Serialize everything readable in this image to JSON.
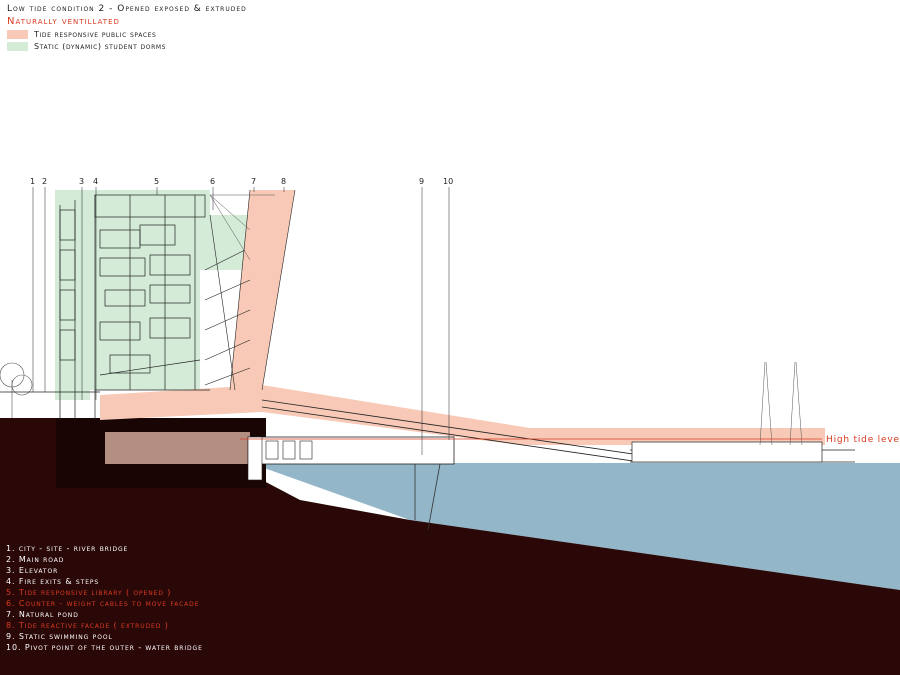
{
  "header": {
    "title": "Low tide condition 2 - Opened exposed & extruded",
    "subtitle": "Naturally ventillated"
  },
  "legend": [
    {
      "label": "Tide responsive public spaces",
      "color": "#f7c9b6"
    },
    {
      "label": "Static (dynamic) student dorms",
      "color": "#d3ebd7"
    }
  ],
  "callout_numbers": [
    "1",
    "2",
    "3",
    "4",
    "5",
    "6",
    "7",
    "8",
    "9",
    "10"
  ],
  "high_tide_label": "High tide level",
  "numbered_list": [
    {
      "text": "1. city - site - river bridge",
      "color": "#222222"
    },
    {
      "text": "2. Main road",
      "color": "#222222"
    },
    {
      "text": "3. Elevator",
      "color": "#222222"
    },
    {
      "text": "4. Fire exits & steps",
      "color": "#222222"
    },
    {
      "text": "5. Tide responsive library ( opened )",
      "color": "#d93a1f"
    },
    {
      "text": "6. Counter - weight cables to move facade",
      "color": "#d93a1f"
    },
    {
      "text": "7. Natural pond",
      "color": "#222222"
    },
    {
      "text": "8. Tide reactive facade ( extruded )",
      "color": "#d93a1f"
    },
    {
      "text": "9. Static swimming pool",
      "color": "#222222"
    },
    {
      "text": "10. Pivot point of the outer - water bridge",
      "color": "#222222"
    }
  ],
  "colors": {
    "ground": "#2a0808",
    "water": "#93b6c9",
    "accent": "#d93a1f",
    "peach": "#f7c9b6",
    "mint": "#d3ebd7"
  }
}
